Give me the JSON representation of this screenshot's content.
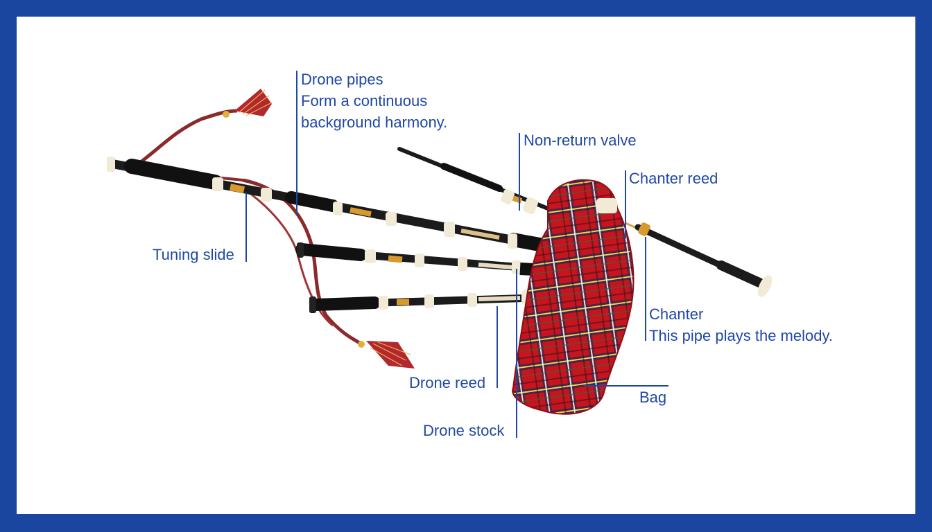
{
  "labels": {
    "drone_pipes": {
      "title": "Drone pipes",
      "desc_line1": "Form a continuous",
      "desc_line2": "background harmony."
    },
    "non_return_valve": "Non-return valve",
    "chanter_reed": "Chanter reed",
    "tuning_slide": "Tuning slide",
    "chanter": {
      "title": "Chanter",
      "desc": "This pipe plays the melody."
    },
    "drone_reed": "Drone reed",
    "bag": "Bag",
    "drone_stock": "Drone stock"
  },
  "colors": {
    "frame": "#1a46a0",
    "label_text": "#1f47a6",
    "pipe_wood": "#1b1b1b",
    "ivory_mount": "#f1ead6",
    "brass_tuning": "#d89a2c",
    "tartan_red": "#c8141e",
    "cord": "#8a2a2a"
  }
}
